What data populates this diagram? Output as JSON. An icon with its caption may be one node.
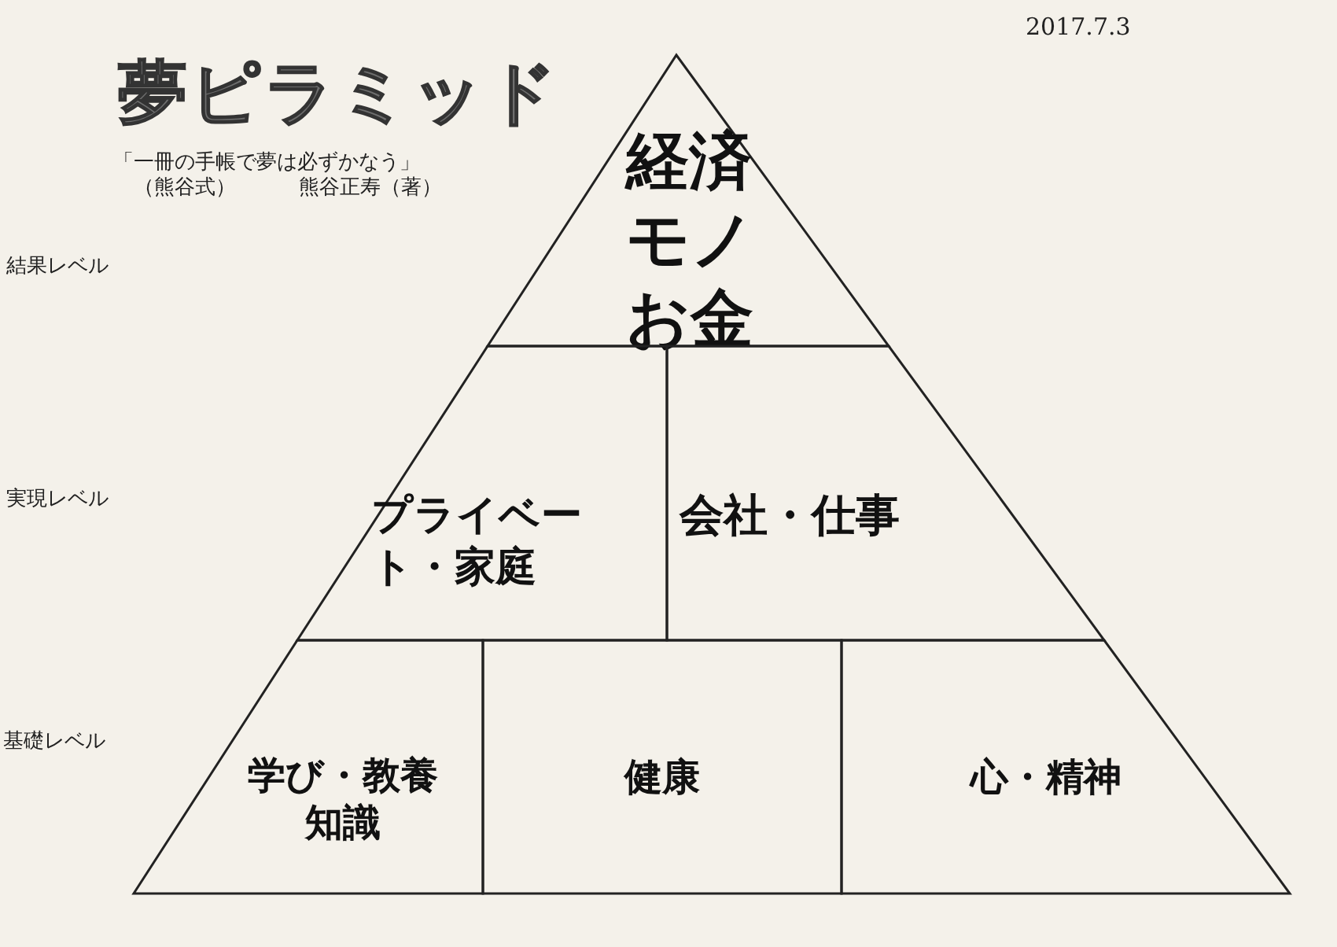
{
  "diagram": {
    "title": "夢ピラミッド",
    "nodes": [
      {
        "text": [
          "経済モノお金"
        ]
      },
      {
        "text": [
          "プライベート・家庭"
        ]
      },
      {
        "text": [
          "会社・仕事"
        ]
      },
      {
        "text": [
          "学び・教養知識"
        ]
      },
      {
        "text": [
          "健康"
        ]
      },
      {
        "text": [
          "心・精神"
        ]
      }
    ],
    "labels": [
      "2017.7.3",
      "「一冊の手帳で夢は必ずかなう」",
      "（熊谷式）",
      "熊谷正寿（著）",
      "結果レベル",
      "実現レベル",
      "基礎レベル"
    ]
  }
}
